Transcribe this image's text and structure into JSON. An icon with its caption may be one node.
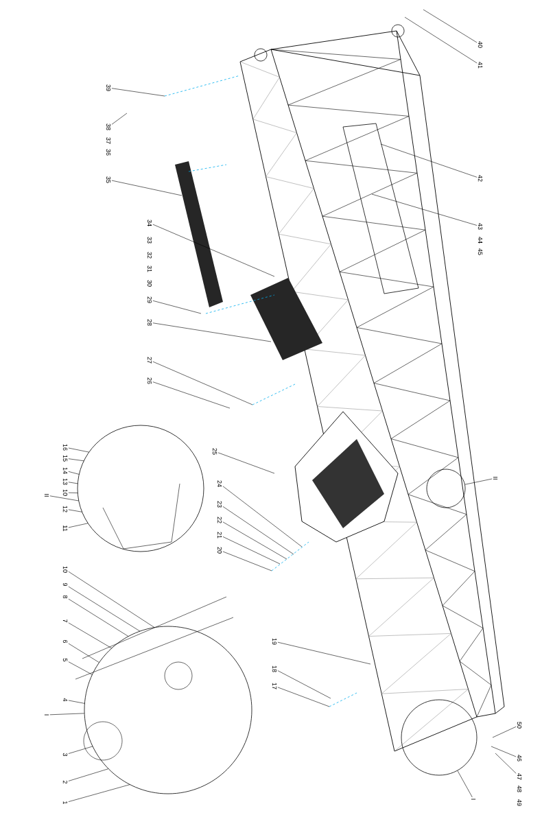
{
  "diagram": {
    "nodes": [
      {
        "text": [
          "39"
        ]
      },
      {
        "text": [
          "38"
        ]
      },
      {
        "text": [
          "35"
        ]
      },
      {
        "text": [
          "34"
        ]
      },
      {
        "text": [
          "29"
        ]
      },
      {
        "text": [
          "28"
        ]
      },
      {
        "text": [
          "27"
        ]
      },
      {
        "text": [
          "26"
        ]
      },
      {
        "text": [
          "16"
        ]
      },
      {
        "text": [
          "15"
        ]
      },
      {
        "text": [
          "14"
        ]
      },
      {
        "text": [
          "13"
        ]
      },
      {
        "text": [
          "10"
        ]
      },
      {
        "text": [
          "II"
        ]
      },
      {
        "text": [
          "12"
        ]
      },
      {
        "text": [
          "11"
        ]
      },
      {
        "text": [
          "25"
        ]
      },
      {
        "text": [
          "24"
        ]
      },
      {
        "text": [
          "23"
        ]
      },
      {
        "text": [
          "22"
        ]
      },
      {
        "text": [
          "21"
        ]
      },
      {
        "text": [
          "20"
        ]
      },
      {
        "text": [
          "10"
        ]
      },
      {
        "text": [
          "9"
        ]
      },
      {
        "text": [
          "8"
        ]
      },
      {
        "text": [
          "7"
        ]
      },
      {
        "text": [
          "6"
        ]
      },
      {
        "text": [
          "5"
        ]
      },
      {
        "text": [
          "4"
        ]
      },
      {
        "text": [
          "I"
        ]
      },
      {
        "text": [
          "3"
        ]
      },
      {
        "text": [
          "2"
        ]
      },
      {
        "text": [
          "1"
        ]
      },
      {
        "text": [
          "19"
        ]
      },
      {
        "text": [
          "18"
        ]
      },
      {
        "text": [
          "17"
        ]
      },
      {
        "text": [
          "40"
        ]
      },
      {
        "text": [
          "41"
        ]
      },
      {
        "text": [
          "42"
        ]
      },
      {
        "text": [
          "43"
        ]
      },
      {
        "text": [
          "50"
        ]
      },
      {
        "text": [
          "46"
        ]
      },
      {
        "text": [
          "47"
        ]
      },
      {
        "text": [
          "I"
        ]
      },
      {
        "text": [
          "II"
        ]
      },
      {
        "text": [],
        "shape": "circle"
      },
      {
        "text": [],
        "shape": "circle"
      },
      {
        "text": [],
        "shape": "circle"
      },
      {
        "text": [],
        "shape": "circle"
      }
    ],
    "edges": [
      {
        "from": 0,
        "to": null,
        "arrow": "none"
      },
      {
        "from": 1,
        "to": null,
        "arrow": "none"
      },
      {
        "from": 2,
        "to": null,
        "arrow": "none"
      },
      {
        "from": 3,
        "to": null,
        "arrow": "none"
      },
      {
        "from": 4,
        "to": null,
        "arrow": "none"
      },
      {
        "from": 5,
        "to": null,
        "arrow": "none"
      },
      {
        "from": 6,
        "to": null,
        "arrow": "none"
      },
      {
        "from": 7,
        "to": null,
        "arrow": "none"
      },
      {
        "from": 8,
        "to": 45,
        "arrow": "none"
      },
      {
        "from": 9,
        "to": 45,
        "arrow": "none"
      },
      {
        "from": 10,
        "to": 45,
        "arrow": "none"
      },
      {
        "from": 11,
        "to": 45,
        "arrow": "none"
      },
      {
        "from": 12,
        "to": 45,
        "arrow": "none"
      },
      {
        "from": 13,
        "to": 45,
        "arrow": "none"
      },
      {
        "from": 14,
        "to": 45,
        "arrow": "none"
      },
      {
        "from": 15,
        "to": 45,
        "arrow": "none"
      },
      {
        "from": 16,
        "to": null,
        "arrow": "none"
      },
      {
        "from": 17,
        "to": null,
        "arrow": "none"
      },
      {
        "from": 18,
        "to": null,
        "arrow": "none"
      },
      {
        "from": 19,
        "to": null,
        "arrow": "none"
      },
      {
        "from": 20,
        "to": null,
        "arrow": "none"
      },
      {
        "from": 21,
        "to": null,
        "arrow": "none"
      },
      {
        "from": 22,
        "to": 46,
        "arrow": "none"
      },
      {
        "from": 23,
        "to": 46,
        "arrow": "none"
      },
      {
        "from": 24,
        "to": 46,
        "arrow": "none"
      },
      {
        "from": 25,
        "to": 46,
        "arrow": "none"
      },
      {
        "from": 26,
        "to": 46,
        "arrow": "none"
      },
      {
        "from": 27,
        "to": 46,
        "arrow": "none"
      },
      {
        "from": 28,
        "to": 46,
        "arrow": "none"
      },
      {
        "from": 29,
        "to": 46,
        "arrow": "none"
      },
      {
        "from": 30,
        "to": 46,
        "arrow": "none"
      },
      {
        "from": 31,
        "to": 46,
        "arrow": "none"
      },
      {
        "from": 32,
        "to": 46,
        "arrow": "none"
      },
      {
        "from": 33,
        "to": null,
        "arrow": "none"
      },
      {
        "from": 34,
        "to": null,
        "arrow": "none"
      },
      {
        "from": 35,
        "to": null,
        "arrow": "none"
      },
      {
        "from": 36,
        "to": null,
        "arrow": "none"
      },
      {
        "from": 37,
        "to": null,
        "arrow": "none"
      },
      {
        "from": 38,
        "to": null,
        "arrow": "none"
      },
      {
        "from": 39,
        "to": null,
        "arrow": "none"
      },
      {
        "from": 40,
        "to": null,
        "arrow": "none"
      },
      {
        "from": 41,
        "to": null,
        "arrow": "none"
      },
      {
        "from": 42,
        "to": null,
        "arrow": "none"
      },
      {
        "from": 43,
        "to": 47,
        "arrow": "none"
      },
      {
        "from": 44,
        "to": 48,
        "arrow": "none"
      }
    ],
    "labels": [
      "37",
      "36",
      "33",
      "32",
      "31",
      "30",
      "44",
      "45",
      "48",
      "49"
    ]
  }
}
